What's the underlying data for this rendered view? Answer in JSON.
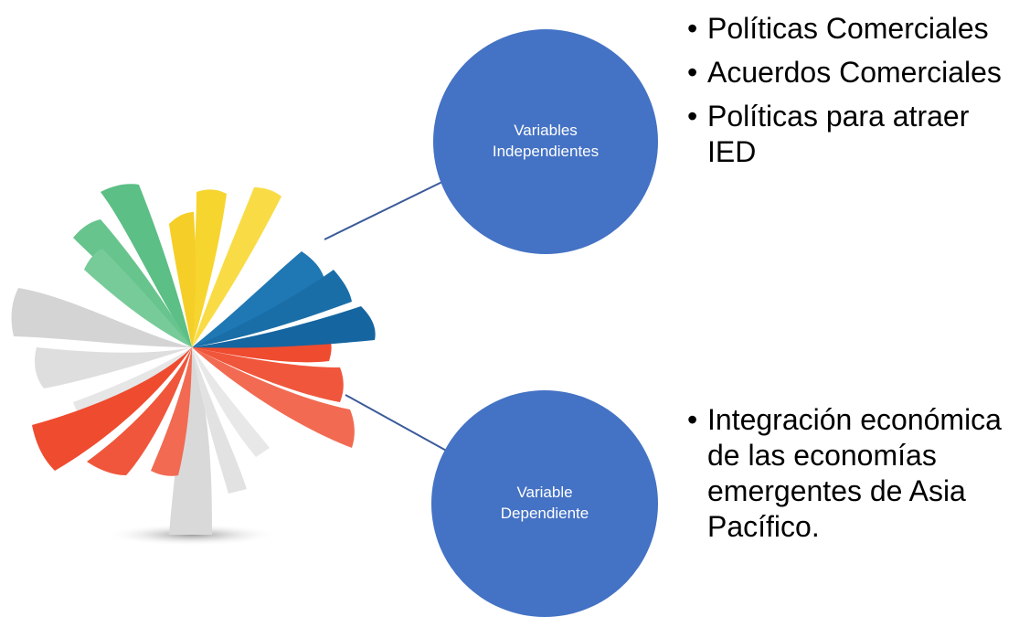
{
  "diagram": {
    "independent": {
      "label": "Variables Independientes",
      "items": [
        "Políticas Comerciales",
        "Acuerdos Comerciales",
        "Políticas para atraer IED"
      ]
    },
    "dependent": {
      "label": "Variable Dependiente",
      "items": [
        "Integración económica de las economías emergentes de Asia Pacífico."
      ]
    }
  },
  "logo": {
    "icon": "pinwheel-logo-icon",
    "colors": {
      "green": "#5cbf85",
      "yellow": "#f7d52f",
      "blue": "#1f78b4",
      "red": "#ef4b2f",
      "gray": "#dcdcdc"
    }
  },
  "colors": {
    "circle_fill": "#4472c4",
    "connector": "#3a5a9a"
  }
}
